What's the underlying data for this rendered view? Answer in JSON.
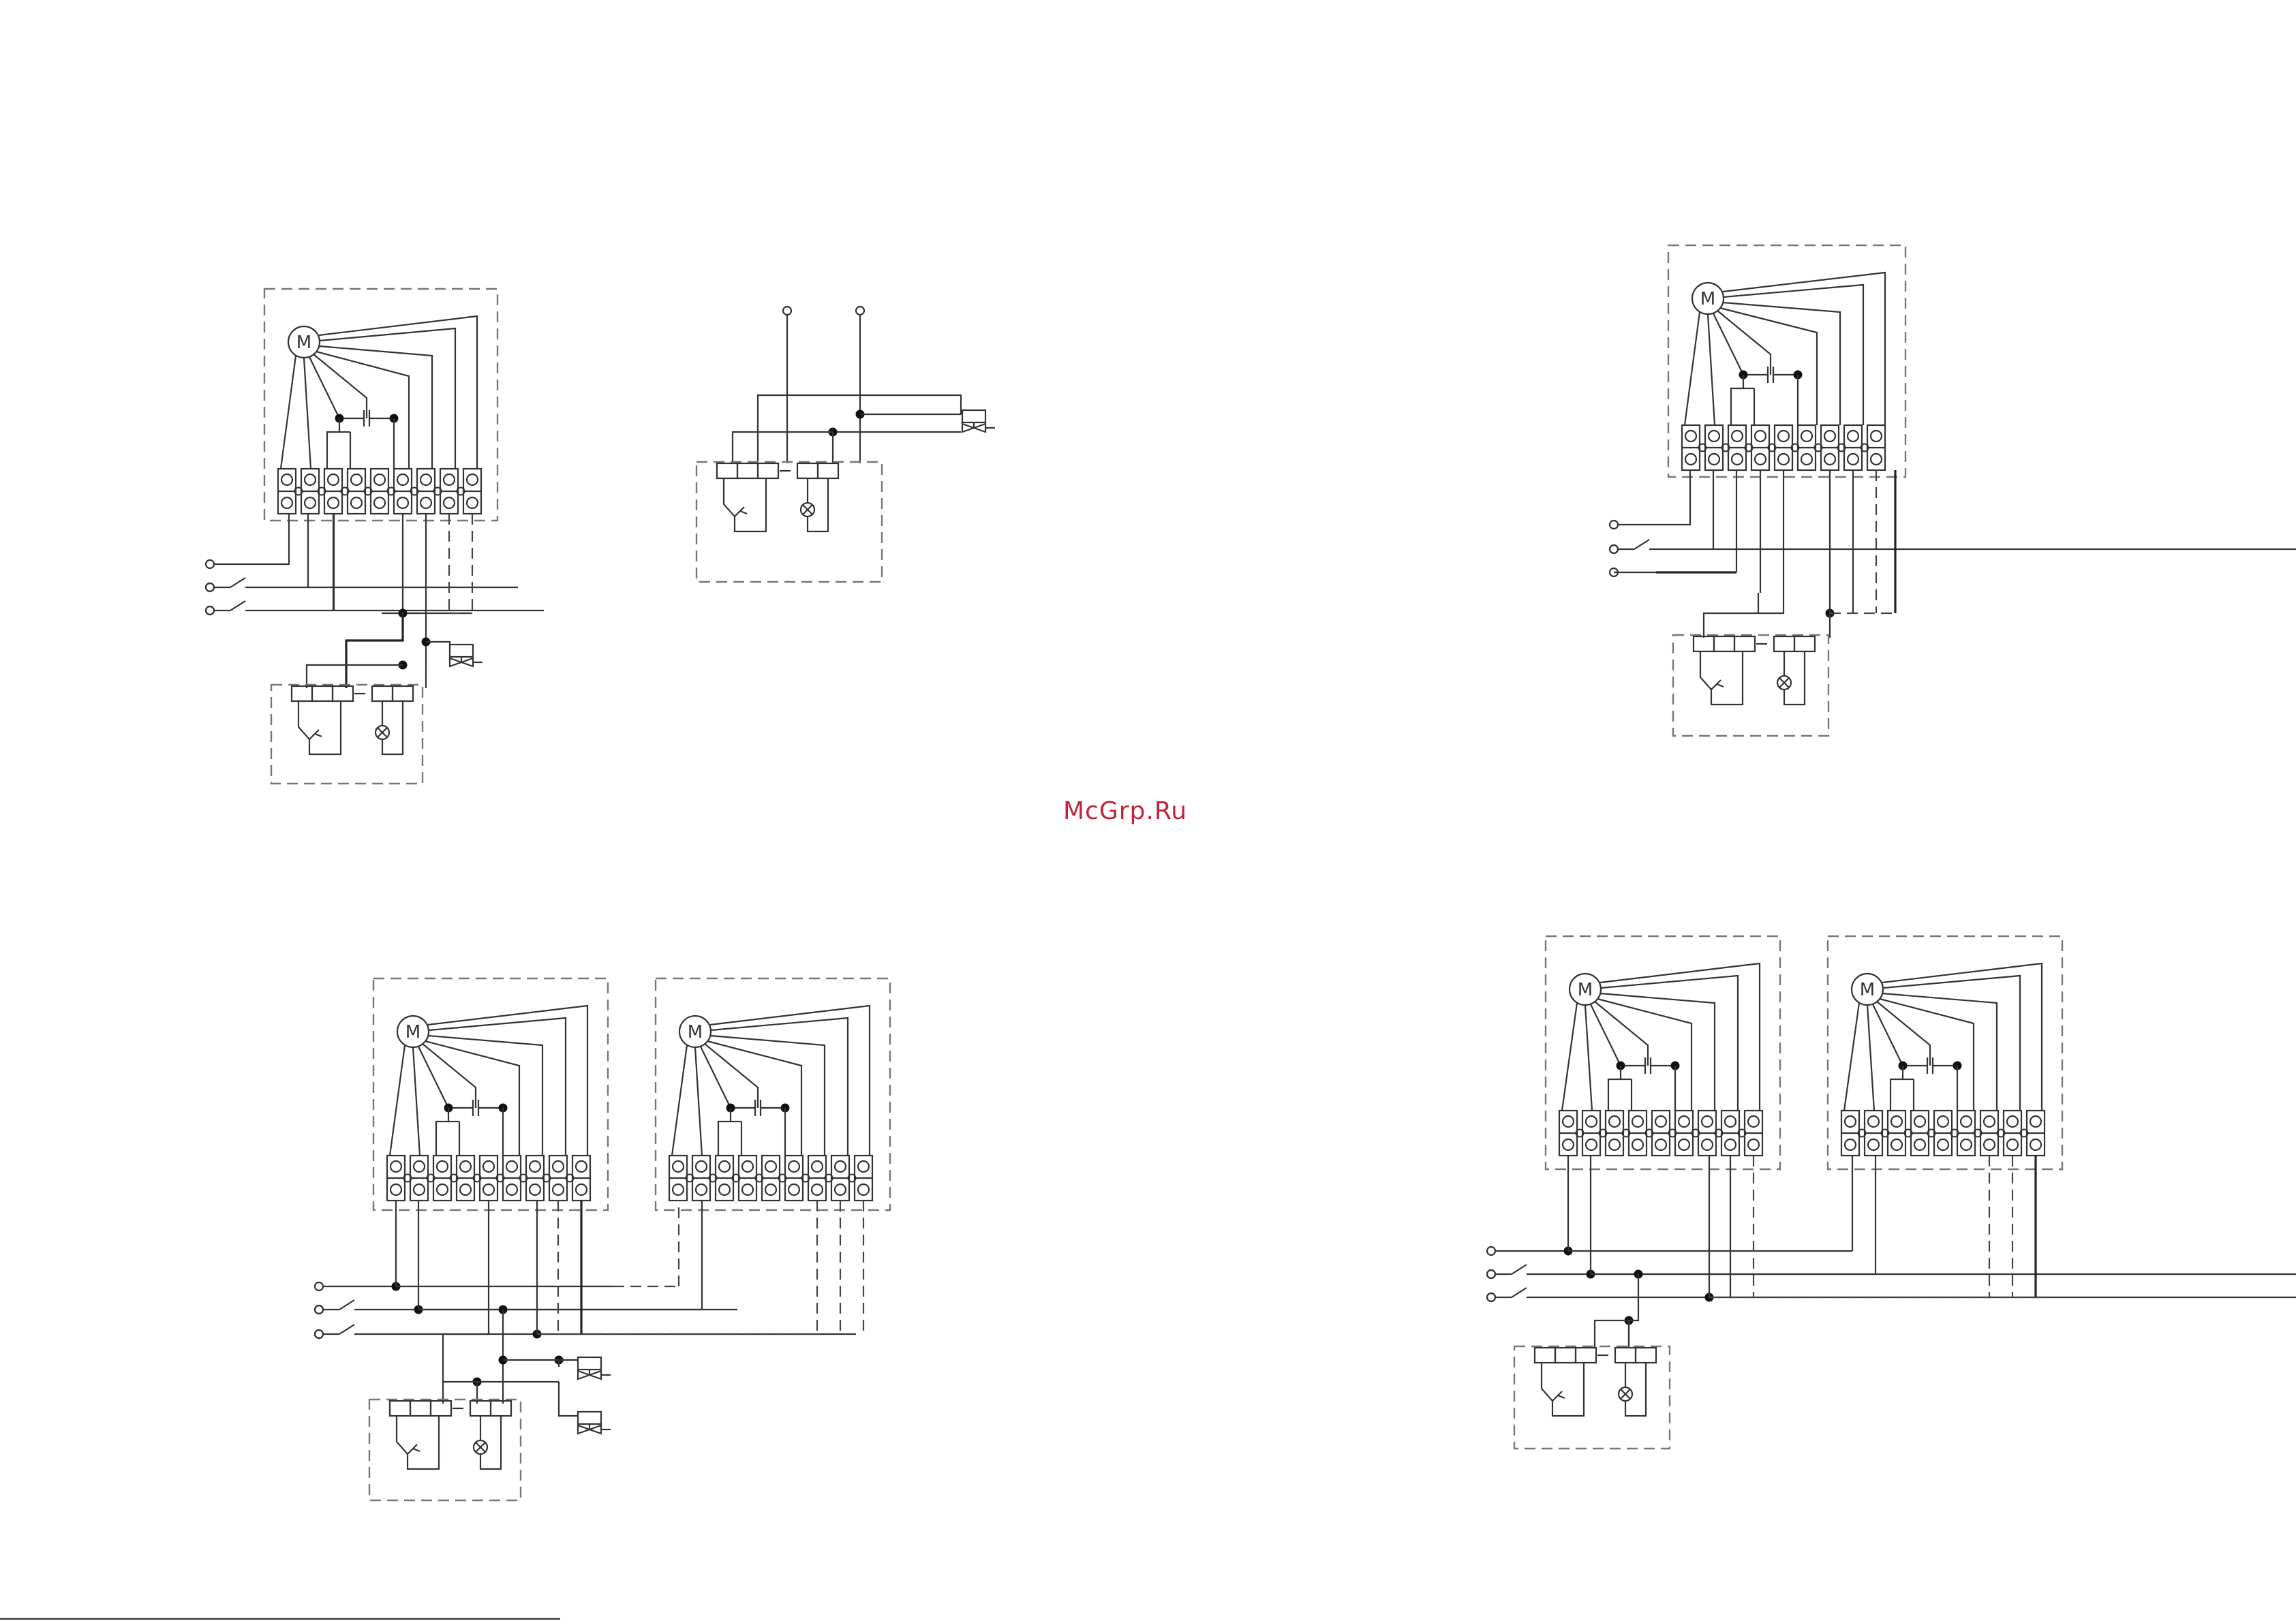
{
  "watermark": "McGrp.Ru",
  "motor_label": "M",
  "colors": {
    "line": "#333333",
    "watermark": "#c0243a",
    "frame": "#777777"
  },
  "diagrams": [
    {
      "id": "top-left-single-motor-with-valve"
    },
    {
      "id": "top-center-controller-with-valve"
    },
    {
      "id": "top-right-single-motor"
    },
    {
      "id": "bottom-left-two-motors-with-valves"
    },
    {
      "id": "bottom-right-two-motors"
    }
  ],
  "icons": [
    "motor-icon",
    "capacitor-icon",
    "terminal-block-icon",
    "switch-icon",
    "lamp-icon",
    "thermostat-icon",
    "valve-icon"
  ]
}
